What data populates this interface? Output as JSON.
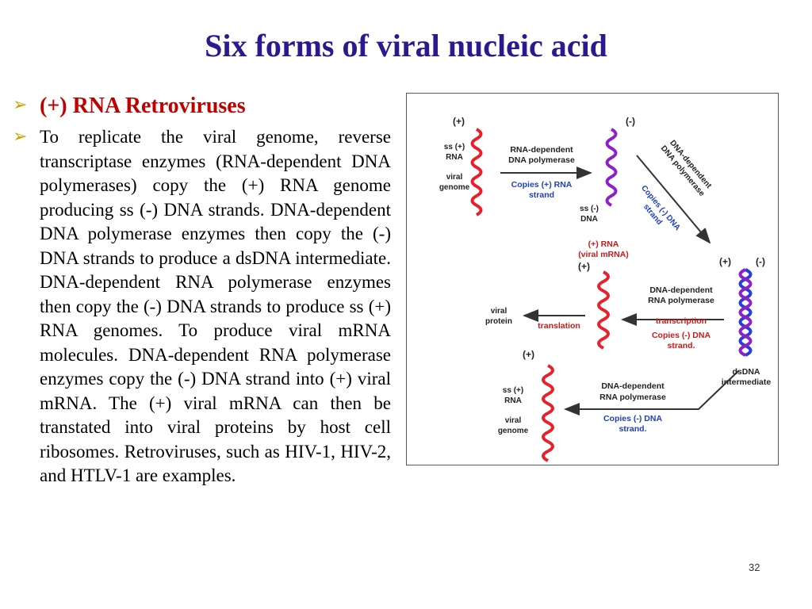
{
  "slide": {
    "title": "Six forms of viral nucleic acid",
    "bullets": [
      {
        "text": "(+) RNA Retroviruses"
      },
      {
        "text": "To replicate the viral genome, reverse transcriptase enzymes (RNA-dependent DNA polymerases) copy the (+) RNA genome producing ss (-) DNA strands. DNA-dependent DNA polymerase enzymes then copy the (-) DNA strands to produce a dsDNA intermediate. DNA-dependent RNA polymerase enzymes then copy the (-) DNA strands to produce ss (+) RNA genomes. To produce viral mRNA molecules. DNA-dependent RNA polymerase enzymes copy the (-) DNA strand into (+) viral mRNA. The (+) viral mRNA can then be transtated into viral proteins by host cell ribosomes. Retroviruses, such as HIV-1, HIV-2, and HTLV-1 are examples."
      }
    ],
    "page_number": "32"
  },
  "figure": {
    "labels": {
      "plus_top_left": "(+)",
      "ss_rna_1": "ss (+)",
      "ss_rna_2": "RNA",
      "viral_genome_1": "viral",
      "viral_genome_2": "genome",
      "rdp_1": "RNA-dependent",
      "rdp_2": "DNA polymerase",
      "copies_plus_1": "Copies (+) RNA",
      "copies_plus_2": "strand",
      "minus_top": "(-)",
      "ss_dna_1": "ss (-)",
      "ss_dna_2": "DNA",
      "ddp_diag_1": "DNA-dependent",
      "ddp_diag_2": "DNA polymerase",
      "copies_minus_diag_1": "Copies (-) DNA",
      "copies_minus_diag_2": "strand",
      "mrna_1": "(+) RNA",
      "mrna_2": "(viral mRNA)",
      "plus_mid": "(+)",
      "plus_ds": "(+)",
      "minus_ds": "(-)",
      "viral_protein_1": "viral",
      "viral_protein_2": "protein",
      "translation": "translation",
      "ddrp_mid_1": "DNA-dependent",
      "ddrp_mid_2": "RNA polymerase",
      "transcription": "transcription",
      "copies_minus_mid_1": "Copies (-) DNA",
      "copies_minus_mid_2": "strand.",
      "dsdna_1": "dsDNA",
      "dsdna_2": "intermediate",
      "plus_bottom": "(+)",
      "ss_rna_b_1": "ss (+)",
      "ss_rna_b_2": "RNA",
      "viral_genome_b_1": "viral",
      "viral_genome_b_2": "genome",
      "ddrp_bot_1": "DNA-dependent",
      "ddrp_bot_2": "RNA polymerase",
      "copies_minus_bot_1": "Copies (-) DNA",
      "copies_minus_bot_2": "strand."
    },
    "colors": {
      "red_strand": "#e8202a",
      "purple_strand": "#8a22c8",
      "blue_strand": "#2a3cd8",
      "blue_text": "#1f3fbf",
      "red_text": "#d01818",
      "black_text": "#222222"
    }
  }
}
